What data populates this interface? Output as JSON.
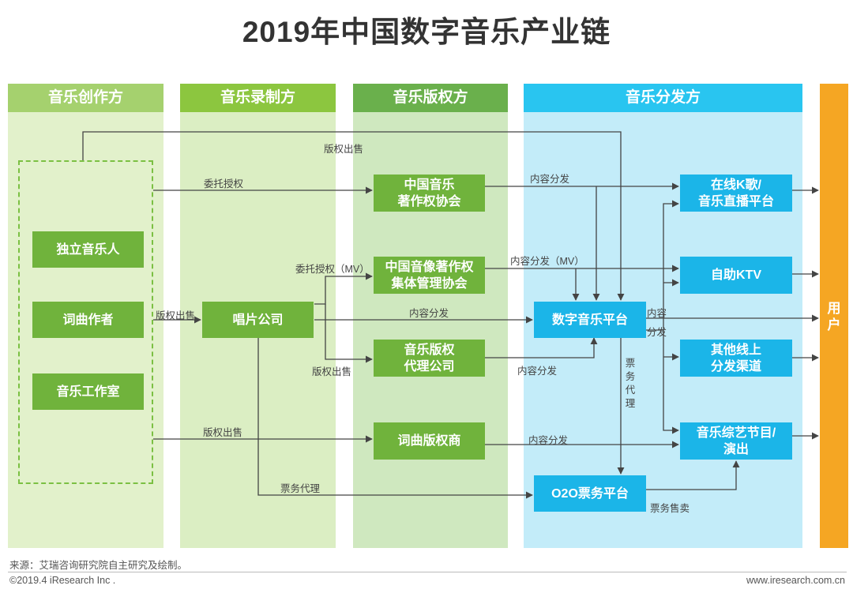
{
  "title": "2019年中国数字音乐产业链",
  "columns": {
    "creation": "音乐创作方",
    "recording": "音乐录制方",
    "copyright": "音乐版权方",
    "distribution": "音乐分发方"
  },
  "user": "用\n户",
  "boxes": {
    "indie": "独立音乐人",
    "composer": "词曲作者",
    "studio": "音乐工作室",
    "label": "唱片公司",
    "mcsc": "中国音乐\n著作权协会",
    "cavca": "中国音像著作权\n集体管理协会",
    "agency": "音乐版权\n代理公司",
    "publisher": "词曲版权商",
    "platform": "数字音乐平台",
    "o2o": "O2O票务平台",
    "karaoke": "在线K歌/\n音乐直播平台",
    "ktv": "自助KTV",
    "other": "其他线上\n分发渠道",
    "variety": "音乐综艺节目/\n演出"
  },
  "labels": {
    "sell_top": "版权出售",
    "entrust": "委托授权",
    "dist1": "内容分发",
    "entrust_mv": "委托授权（MV）",
    "dist_mv": "内容分发（MV）",
    "sell_composer": "版权出售",
    "dist_label": "内容分发",
    "dist_platform_1": "内容",
    "dist_platform_2": "分发",
    "sell_agency": "版权出售",
    "dist_agency": "内容分发",
    "ticket_v": "票\n务\n代\n理",
    "sell_pub": "版权出售",
    "dist_pub": "内容分发",
    "ticket_h": "票务代理",
    "ticket_sale": "票务售卖"
  },
  "footer": {
    "source": "来源：艾瑞咨询研究院自主研究及绘制。",
    "copyright": "©2019.4 iResearch Inc .",
    "url": "www.iresearch.com.cn"
  },
  "colors": {
    "creation": "#a5d16e",
    "recording": "#8cc63f",
    "copyright": "#6ab04c",
    "distribution": "#29c5f0",
    "user": "#f5a623",
    "box_green": "#70b33c",
    "box_blue": "#1bb5e8",
    "arrow": "#444444"
  }
}
